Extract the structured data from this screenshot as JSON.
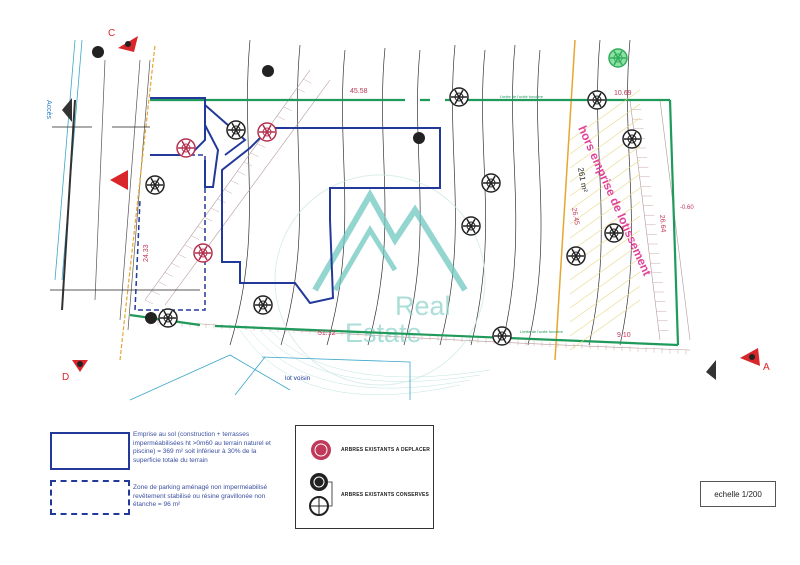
{
  "plan": {
    "markers": {
      "c": "C",
      "d": "D",
      "a": "A"
    },
    "access_label": "Accès",
    "dimensions": {
      "left": "24.33",
      "top_left": "45.58",
      "top_right": "10.69",
      "middle": "26.45",
      "right": "26.64",
      "right_offset": "-0.60",
      "bottom_right": "9.10",
      "bottom": "51.12"
    },
    "limit_label": "Limite de l'unité foncière",
    "out_of_scope": "hors emprise de lotissement",
    "out_of_scope_area": "261 m²",
    "neighbour_lot": "lot voisin",
    "watermark": "Real Estate"
  },
  "legend": {
    "footprint": "Emprise au sol (construction + terrasses imperméabilisées ht >0m60 au terrain naturel et piscine) = 369 m² soit inférieur à 30% de la superficie totale du terrain",
    "parking": "Zone de parking aménagé non imperméabilisé revêtement stabilisé ou résine gravillonée non étanche = 96 m²",
    "trees_move": "ARBRES EXISTANTS A DEPLACER",
    "trees_keep": "ARBRES EXISTANTS CONSERVES"
  },
  "scale": "echelle 1/200",
  "colors": {
    "parcel": "#1f9a5a",
    "building": "#23399a",
    "dimension": "#c0395a",
    "pink": "#e0449a",
    "marker": "#d9262b",
    "watermark": "#6fc7c0"
  }
}
